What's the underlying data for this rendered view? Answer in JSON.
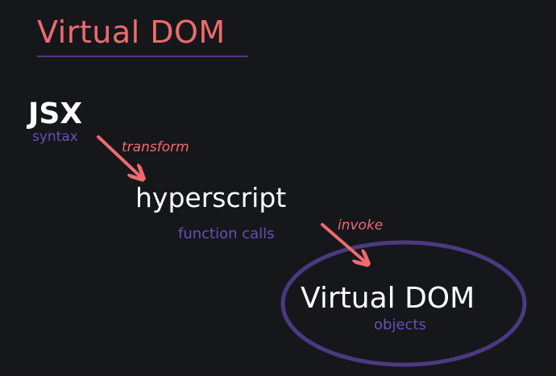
{
  "title": "Virtual DOM",
  "steps": [
    {
      "label": "JSX",
      "sublabel": "syntax"
    },
    {
      "label": "hyperscript",
      "sublabel": "function calls"
    },
    {
      "label": "Virtual DOM",
      "sublabel": "objects"
    }
  ],
  "transitions": [
    {
      "label": "transform"
    },
    {
      "label": "invoke"
    }
  ],
  "colors": {
    "background": "#16171b",
    "accent": "#ee6b6e",
    "purple": "#4f3a84",
    "sublabel": "#6a4db8",
    "text": "#ffffff"
  }
}
